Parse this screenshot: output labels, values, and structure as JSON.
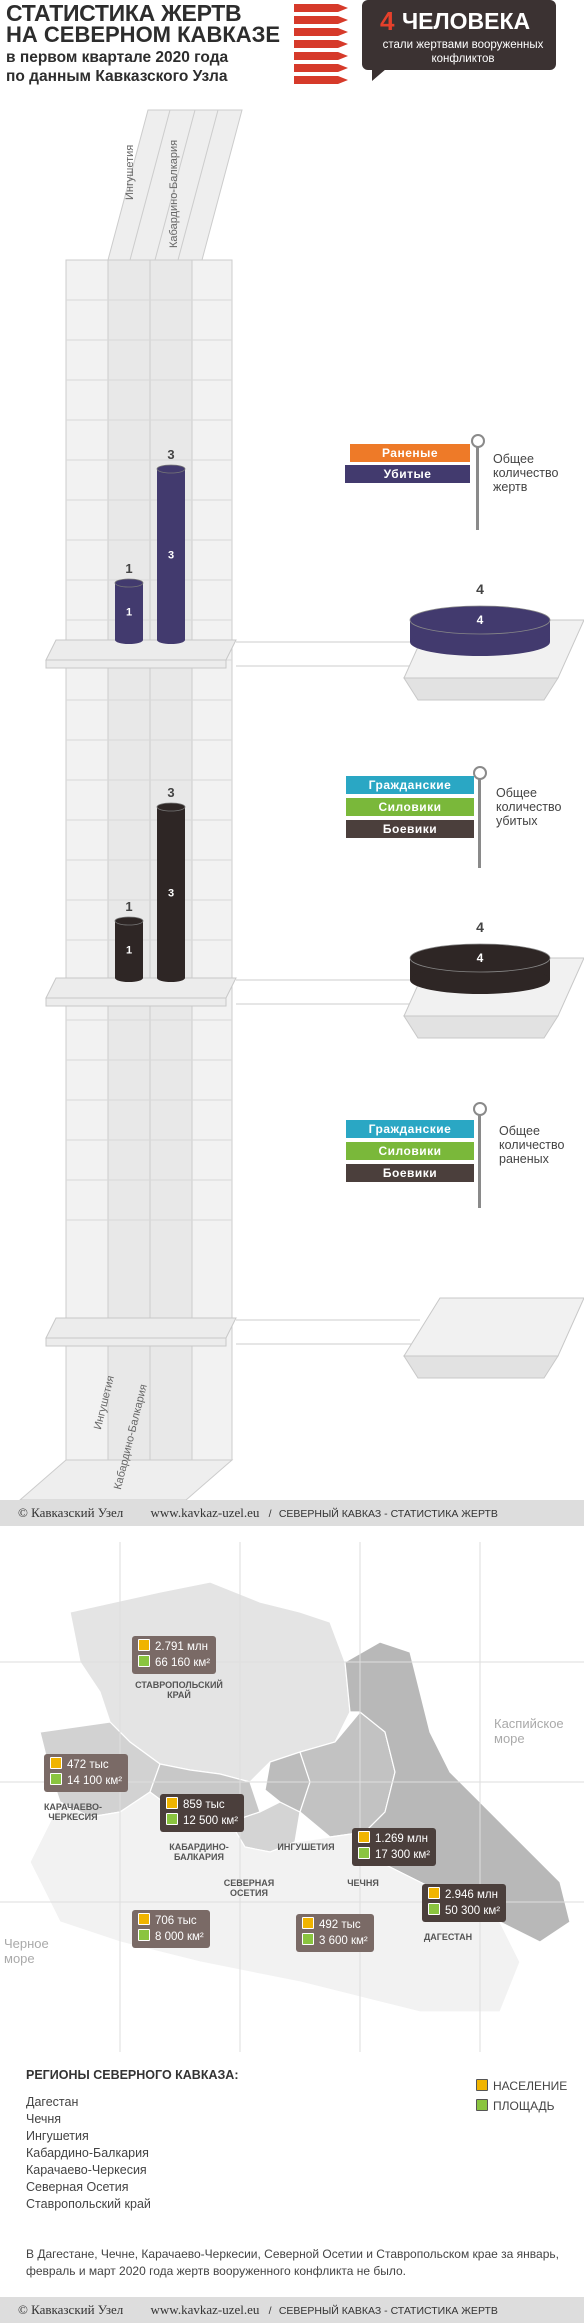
{
  "header": {
    "title_line1": "СТАТИСТИКА ЖЕРТВ",
    "title_line2": "НА СЕВЕРНОМ КАВКАЗЕ",
    "subtitle_line1": "в первом квартале 2020 года",
    "subtitle_line2": "по данным Кавказского Узла",
    "total_number": "4",
    "total_word": "ЧЕЛОВЕКА",
    "total_caption": "стали жертвами вооруженных конфликтов"
  },
  "columns": {
    "top": [
      "Ингушетия",
      "Кабардино-Балкария"
    ],
    "bottom": [
      "Ингушетия",
      "Кабардино-Балкария"
    ]
  },
  "legend_victims": {
    "items": [
      "Раненые",
      "Убитые"
    ],
    "caption": "Общее количество жертв"
  },
  "legend_killed": {
    "items": [
      "Гражданские",
      "Силовики",
      "Боевики"
    ],
    "caption": "Общее количество убитых"
  },
  "legend_wounded": {
    "items": [
      "Гражданские",
      "Силовики",
      "Боевики"
    ],
    "caption": "Общее количество раненых"
  },
  "colors": {
    "wounded": "#ee7a28",
    "killed": "#423a6e",
    "civilians": "#2aa7c4",
    "security": "#7ab83a",
    "militants": "#4b3f3c",
    "killed_bar": "#2e2625"
  },
  "chart_data": [
    {
      "type": "bar",
      "categories": [
        "Ингушетия",
        "Кабардино-Балкария"
      ],
      "series": [
        {
          "name": "Убитые",
          "values": [
            1,
            3
          ],
          "labels": [
            "1",
            "3"
          ]
        }
      ],
      "total": 4,
      "total_label": "4"
    },
    {
      "type": "bar",
      "categories": [
        "Ингушетия",
        "Кабардино-Балкария"
      ],
      "series": [
        {
          "name": "Боевики",
          "values": [
            1,
            3
          ],
          "labels": [
            "1",
            "3"
          ]
        }
      ],
      "total": 4,
      "total_label": "4"
    },
    {
      "type": "bar",
      "categories": [
        "Ингушетия",
        "Кабардино-Балкария"
      ],
      "series": [],
      "total": 0
    }
  ],
  "footer": {
    "copyright": "© Кавказский Узел",
    "site": "www.kavkaz-uzel.eu",
    "slash": "/",
    "caption": "СЕВЕРНЫЙ КАВКАЗ - СТАТИСТИКА ЖЕРТВ"
  },
  "map": {
    "seas": {
      "caspian": "Каспийское море",
      "black": "Черное море"
    },
    "regions": {
      "stavropol": "СТАВРОПОЛЬСКИЙ КРАЙ",
      "kchr": "КАРАЧАЕВО-ЧЕРКЕСИЯ",
      "kbr": "КАБАРДИНО-БАЛКАРИЯ",
      "ingush": "ИНГУШЕТИЯ",
      "ossetia": "СЕВЕРНАЯ ОСЕТИЯ",
      "chechnya": "ЧЕЧНЯ",
      "dagestan": "ДАГЕСТАН"
    },
    "stats": {
      "stavropol": {
        "population": "2.791 млн",
        "area": "66 160 км²"
      },
      "kchr": {
        "population": "472 тыс",
        "area": "14 100 км²"
      },
      "kbr": {
        "population": "859 тыс",
        "area": "12 500 км²"
      },
      "chechnya": {
        "population": "1.269 млн",
        "area": "17 300 км²"
      },
      "dagestan": {
        "population": "2.946 млн",
        "area": "50 300 км²"
      },
      "ossetia": {
        "population": "706 тыс",
        "area": "8 000 км²"
      },
      "ingush": {
        "population": "492 тыс",
        "area": "3 600 км²"
      }
    },
    "legend": {
      "population": "НАСЕЛЕНИЕ",
      "area": "ПЛОЩАДЬ"
    }
  },
  "regions_list": {
    "title": "РЕГИОНЫ СЕВЕРНОГО КАВКАЗА:",
    "items": [
      "Дагестан",
      "Чечня",
      "Ингушетия",
      "Кабардино-Балкария",
      "Карачаево-Черкесия",
      "Северная Осетия",
      "Ставропольский край"
    ]
  },
  "note": "В Дагестане, Чечне, Карачаево-Черкесии, Северной Осетии и Ставропольском крае за январь, февраль и март 2020 года жертв вооруженного конфликта не было."
}
